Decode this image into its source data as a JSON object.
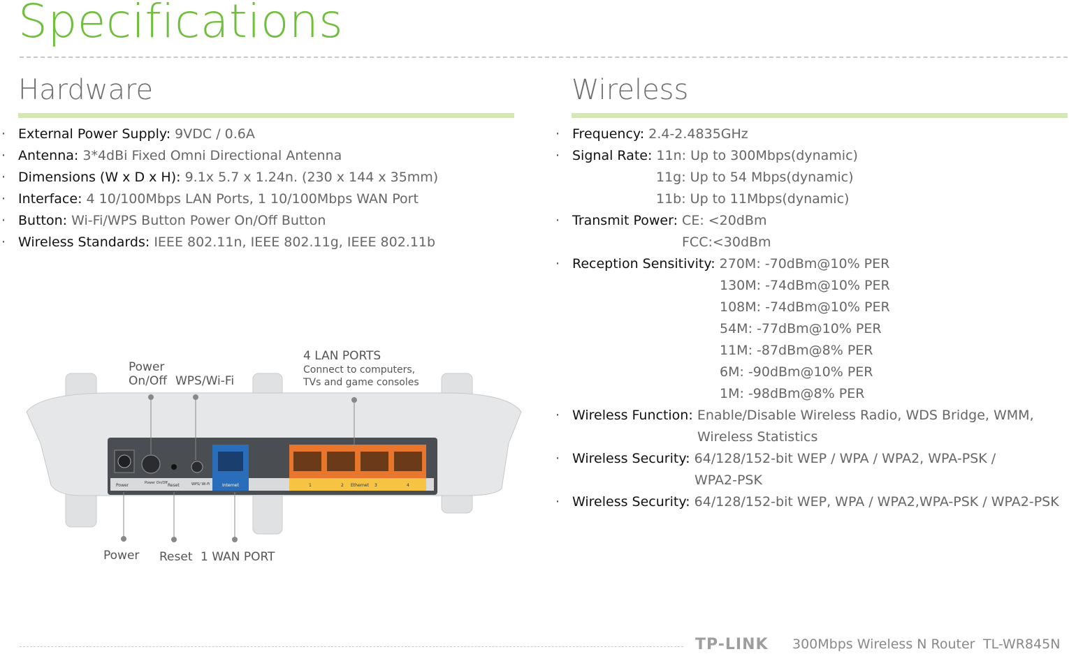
{
  "page_title": "Specifications",
  "hardware": {
    "title": "Hardware",
    "items": [
      {
        "key": "External Power Supply:",
        "value": "9VDC / 0.6A"
      },
      {
        "key": "Antenna:",
        "value": "3*4dBi Fixed Omni Directional Antenna"
      },
      {
        "key": "Dimensions (W x D x H):",
        "value": "9.1x 5.7 x 1.24n. (230 x 144 x 35mm)"
      },
      {
        "key": "Interface:",
        "value": "4 10/100Mbps LAN Ports, 1 10/100Mbps WAN Port"
      },
      {
        "key": "Button:",
        "value": "Wi-Fi/WPS Button   Power On/Off Button"
      },
      {
        "key": "Wireless Standards:",
        "value": "IEEE 802.11n, IEEE 802.11g, IEEE 802.11b"
      }
    ]
  },
  "wireless": {
    "title": "Wireless",
    "items": [
      {
        "key": "Frequency:",
        "value": "2.4-2.4835GHz",
        "continuation": []
      },
      {
        "key": "Signal Rate:",
        "value": "11n: Up to 300Mbps(dynamic)",
        "continuation": [
          "11g: Up to 54 Mbps(dynamic)",
          "11b: Up to 11Mbps(dynamic)"
        ]
      },
      {
        "key": "Transmit Power:",
        "value": "CE: <20dBm",
        "continuation": [
          "FCC:<30dBm"
        ]
      },
      {
        "key": "Reception Sensitivity:",
        "value": "270M: -70dBm@10% PER",
        "continuation": [
          "130M: -74dBm@10% PER",
          "108M: -74dBm@10% PER",
          "54M: -77dBm@10% PER",
          "11M: -87dBm@8% PER",
          "6M: -90dBm@10% PER",
          "1M: -98dBm@8% PER"
        ]
      },
      {
        "key": "Wireless Function:",
        "value": "Enable/Disable Wireless Radio, WDS Bridge, WMM,",
        "continuation": [
          "Wireless Statistics"
        ]
      },
      {
        "key": "Wireless Security:",
        "value": "64/128/152-bit WEP / WPA / WPA2, WPA-PSK /",
        "continuation": [
          "WPA2-PSK"
        ]
      },
      {
        "key": "Wireless Security:",
        "value": "64/128/152-bit WEP, WPA / WPA2,WPA-PSK / WPA2-PSK",
        "continuation": []
      }
    ]
  },
  "router_image": {
    "callout_power_onoff_1": "Power",
    "callout_power_onoff_2": "On/Off",
    "callout_wps": "WPS/Wi-Fi",
    "callout_lan_title": "4 LAN PORTS",
    "callout_lan_line1": "Connect to computers,",
    "callout_lan_line2": "TVs and game consoles",
    "callout_power": "Power",
    "callout_reset": "Reset",
    "callout_wan": "1 WAN PORT",
    "port_labels": {
      "power": "Power",
      "power_onoff": "Power On/Off",
      "reset": "Reset",
      "wps": "WPS/ Wi-Fi",
      "internet": "Internet",
      "lan1": "1",
      "lan2": "2",
      "ethernet": "Ethernet",
      "lan3": "3",
      "lan4": "4"
    },
    "colors": {
      "lan_orange": "#e8762c",
      "lan_strip": "#f6c342",
      "wan_blue": "#2a6ebb",
      "body_gray": "#e6e7e9"
    }
  },
  "footer": {
    "logo": "TP-LINK",
    "product": "300Mbps Wireless N Router",
    "model": "TL-WR845N"
  },
  "colors": {
    "title_green": "#6fbf3c",
    "rule_green": "#d4e7b6"
  }
}
